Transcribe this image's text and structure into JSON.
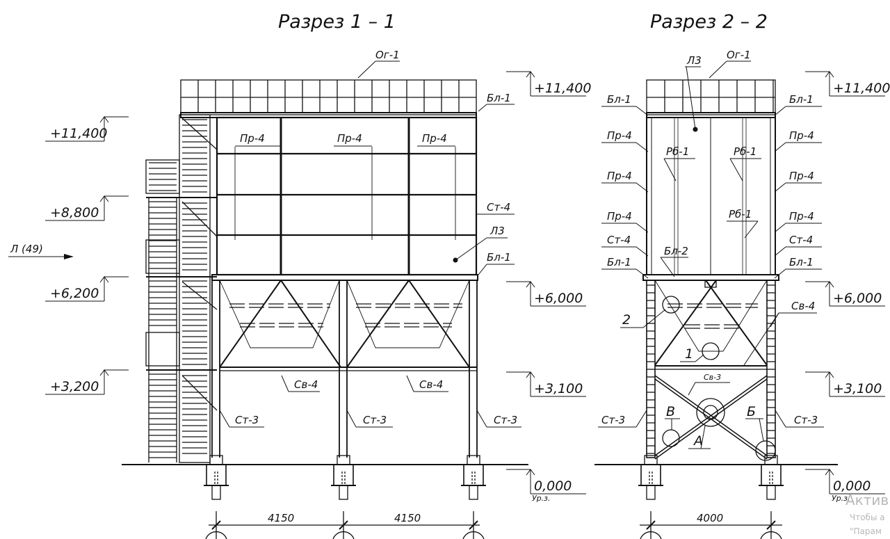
{
  "section_1": {
    "title": "Разрез 1 – 1",
    "og": "Ог-1",
    "bl1": "Бл-1",
    "pr4_a": "Пр-4",
    "pr4_b": "Пр-4",
    "pr4_c": "Пр-4",
    "st4": "Ст-4",
    "l3": "Л3",
    "bl1_b": "Бл-1",
    "sv4_a": "Св-4",
    "sv4_b": "Св-4",
    "st3_a": "Ст-3",
    "st3_b": "Ст-3",
    "st3_c": "Ст-3",
    "arrow_label": "Л (49)",
    "left_levels": [
      "+11,400",
      "+8,800",
      "+6,200",
      "+3,200"
    ],
    "right_levels": [
      "+11,400",
      "+6,000",
      "+3,100",
      "0,000"
    ],
    "ground": "Ур.з.",
    "dims": [
      "4150",
      "4150"
    ]
  },
  "section_2": {
    "title": "Разрез 2 – 2",
    "og": "Ог-1",
    "l3": "Л3",
    "left_labels": [
      "Бл-1",
      "Пр-4",
      "Пр-4",
      "Пр-4",
      "Ст-4",
      "Бл-1"
    ],
    "right_labels": [
      "Бл-1",
      "Пр-4",
      "Пр-4",
      "Пр-4",
      "Ст-4",
      "Бл-1"
    ],
    "rb1_a": "Рб-1",
    "rb1_b": "Рб-1",
    "rb1_c": "Рб-1",
    "bl2": "Бл-2",
    "sv4": "Св-4",
    "sv3": "Св-3",
    "st3_a": "Ст-3",
    "st3_b": "Ст-3",
    "mark_2": "2",
    "mark_1": "1",
    "mark_A": "А",
    "mark_B": "Б",
    "mark_V": "В",
    "right_levels": [
      "+11,400",
      "+6,000",
      "+3,100",
      "0,000"
    ],
    "ground": "Ур.з.",
    "dim": "4000"
  },
  "watermark": {
    "line1": "Актив",
    "line2": "Чтобы а",
    "line3": "\"Парам"
  }
}
